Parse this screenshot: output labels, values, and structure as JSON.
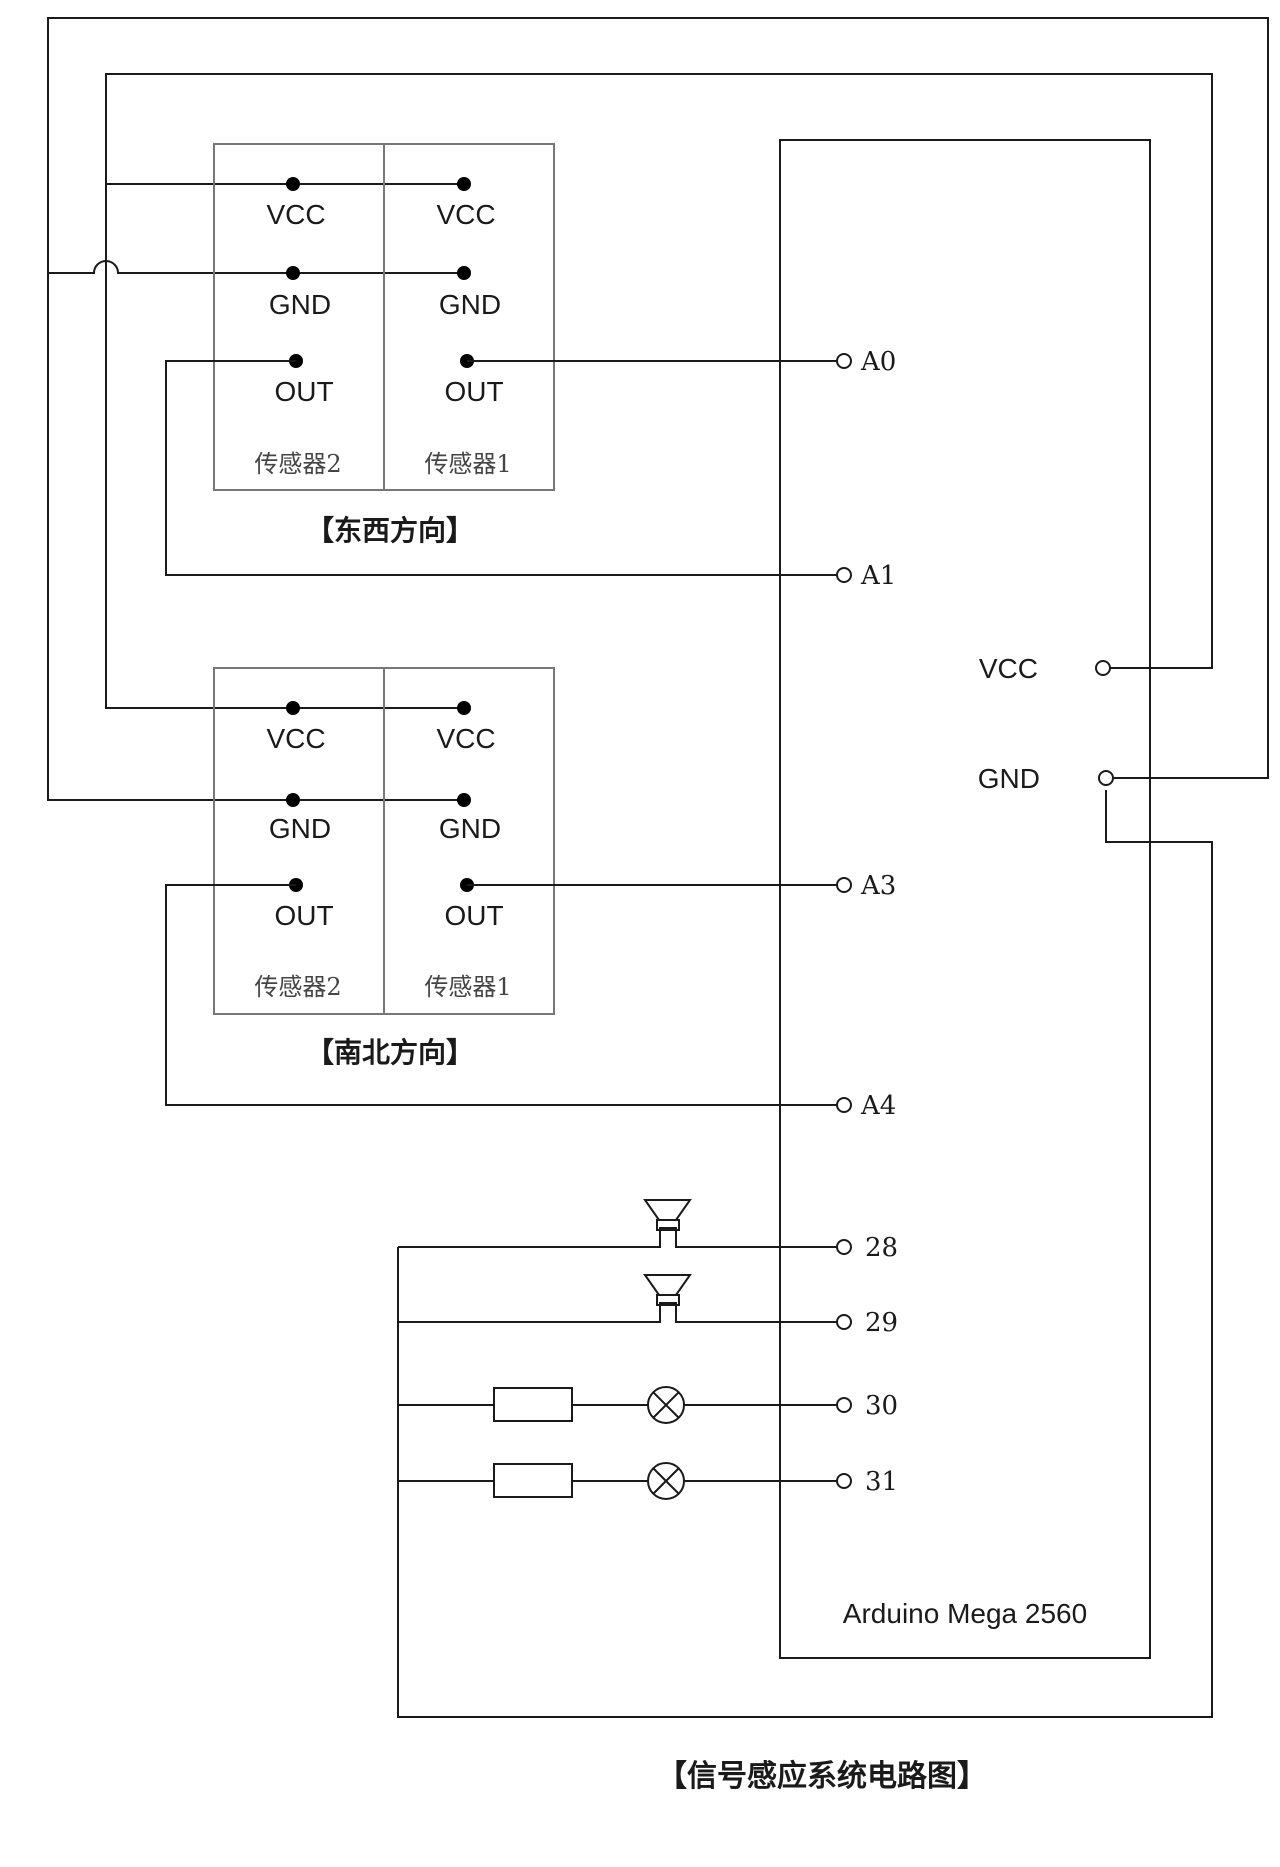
{
  "diagram": {
    "title": "【信号感应系统电路图】",
    "board": {
      "name": "Arduino Mega 2560",
      "power_pins": [
        "VCC",
        "GND"
      ],
      "signal_pins": [
        "A0",
        "A1",
        "A3",
        "A4",
        "28",
        "29",
        "30",
        "31"
      ]
    },
    "groups": [
      {
        "title": "【东西方向】",
        "sensors": [
          {
            "name": "传感器2",
            "pins": [
              "VCC",
              "GND",
              "OUT"
            ]
          },
          {
            "name": "传感器1",
            "pins": [
              "VCC",
              "GND",
              "OUT"
            ]
          }
        ]
      },
      {
        "title": "【南北方向】",
        "sensors": [
          {
            "name": "传感器2",
            "pins": [
              "VCC",
              "GND",
              "OUT"
            ]
          },
          {
            "name": "传感器1",
            "pins": [
              "VCC",
              "GND",
              "OUT"
            ]
          }
        ]
      }
    ],
    "outputs": [
      {
        "pin": "28",
        "device": "buzzer-icon"
      },
      {
        "pin": "29",
        "device": "buzzer-icon"
      },
      {
        "pin": "30",
        "device": "resistor-and-lamp-icon"
      },
      {
        "pin": "31",
        "device": "resistor-and-lamp-icon"
      }
    ],
    "colors": {
      "line": "#1a1a1a",
      "sensor_box": "#777777"
    }
  }
}
